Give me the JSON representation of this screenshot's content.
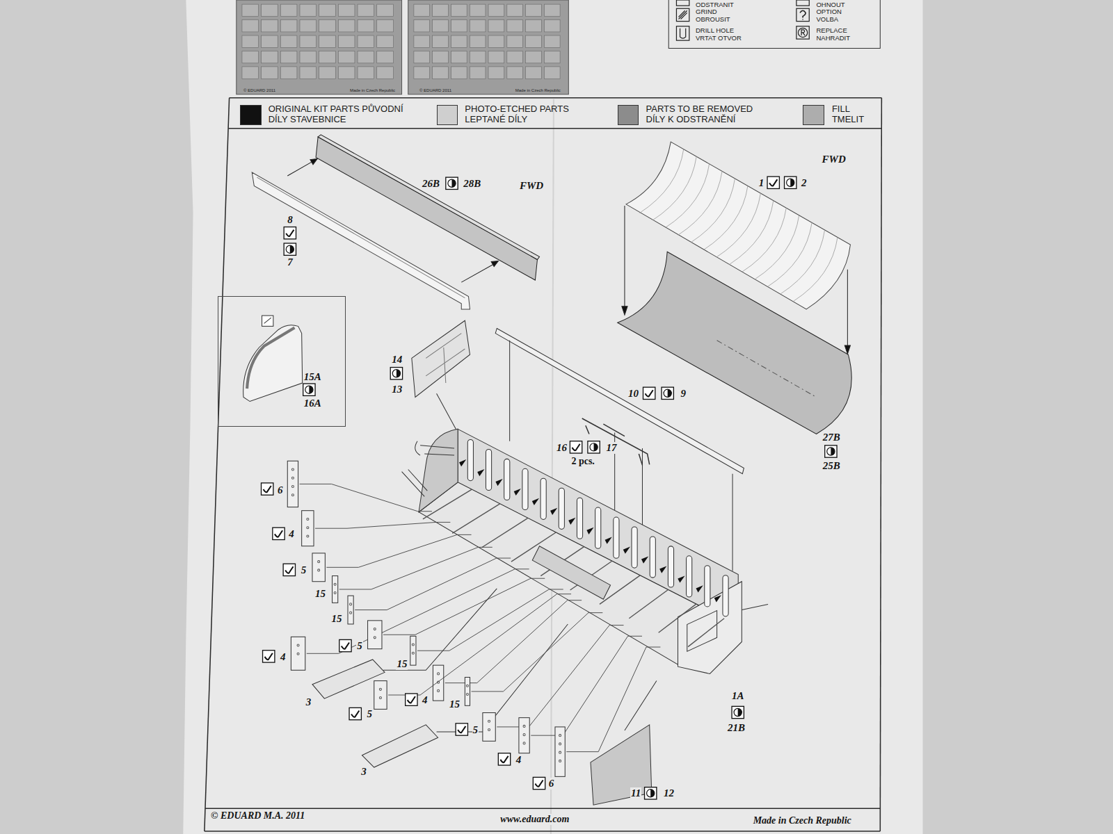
{
  "diagram": {
    "nodes": [
      {
        "text": [
          "15A",
          "16A"
        ]
      }
    ],
    "labels": [
      "© EDUARD 2011",
      "Made in Czech Republic",
      "© EDUARD 2011",
      "Made in Czech Republic",
      "26B",
      "28B",
      "FWD",
      "FWD",
      "1",
      "2",
      "8",
      "7",
      "14",
      "13",
      "10",
      "9",
      "16",
      "17",
      "2 pcs.",
      "27B",
      "25B",
      "6",
      "4",
      "5",
      "15",
      "15",
      "4",
      "5",
      "15",
      "3",
      "5",
      "4",
      "15",
      "5",
      "4",
      "6",
      "3",
      "1A",
      "21B",
      "11",
      "12",
      "© EDUARD  M.A. 2011",
      "www.eduard.com",
      "Made in Czech Republic"
    ],
    "legend": [
      {
        "text": "ODSTRANIT"
      },
      {
        "text": "OHNOUT"
      },
      {
        "text": "GRIND OBROUSIT"
      },
      {
        "text": "OPTION VOLBA"
      },
      {
        "text": "DRILL HOLE VRTAT OTVOR"
      },
      {
        "text": "REPLACE NAHRADIT"
      },
      {
        "text": "ORIGINAL KIT PARTS PŮVODNÍ DÍLY STAVEBNICE",
        "color": "#111111"
      },
      {
        "text": "PHOTO-ETCHED PARTS LEPTANÉ DÍLY",
        "color": "#cfcfcf"
      },
      {
        "text": "PARTS TO BE REMOVED DÍLY K ODSTRANĚNÍ",
        "color": "#8c8c8c"
      },
      {
        "text": "FILL TMELIT",
        "color": "#adadad"
      }
    ]
  }
}
